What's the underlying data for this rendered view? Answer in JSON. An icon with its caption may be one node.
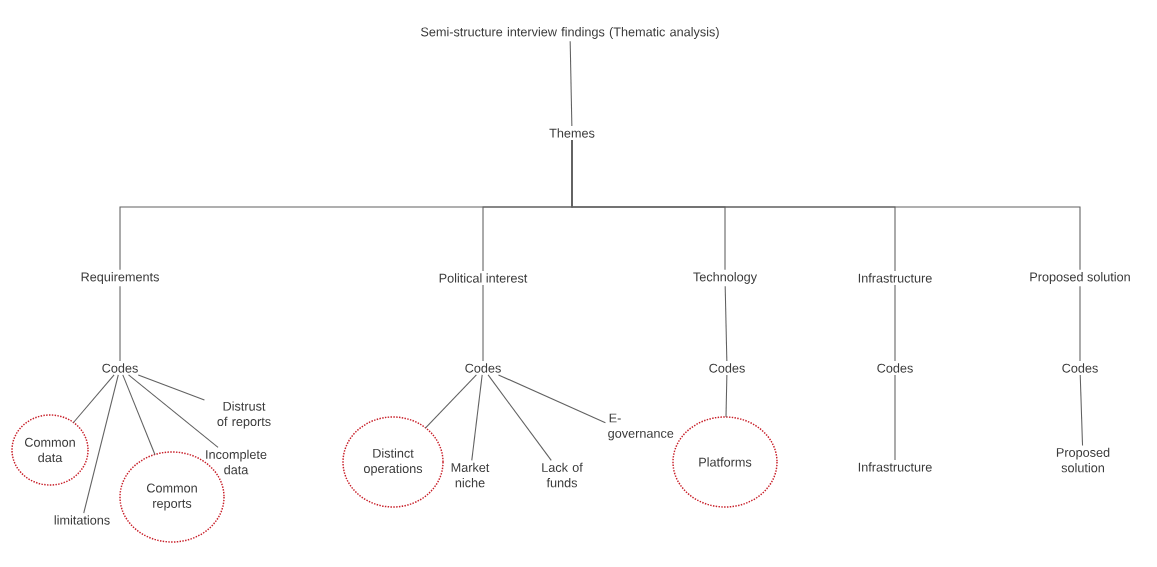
{
  "diagram": {
    "nodes": [
      {
        "text": [
          "Semi-structure interview findings (Thematic analysis)"
        ]
      },
      {
        "text": [
          "Themes"
        ]
      },
      {
        "text": [
          "Requirements"
        ]
      },
      {
        "text": [
          "Political interest"
        ]
      },
      {
        "text": [
          "Technology"
        ]
      },
      {
        "text": [
          "Infrastructure"
        ]
      },
      {
        "text": [
          "Proposed solution"
        ]
      },
      {
        "text": [
          "Codes"
        ]
      },
      {
        "text": [
          "Codes"
        ]
      },
      {
        "text": [
          "Codes"
        ]
      },
      {
        "text": [
          "Codes"
        ]
      },
      {
        "text": [
          "Codes"
        ]
      },
      {
        "text": [
          "Common data"
        ]
      },
      {
        "text": [
          "limitations"
        ]
      },
      {
        "text": [
          "Common reports"
        ]
      },
      {
        "text": [
          "Incomplete data"
        ]
      },
      {
        "text": [
          "Distrust of reports"
        ]
      },
      {
        "text": [
          "Distinct operations"
        ]
      },
      {
        "text": [
          "Market niche"
        ]
      },
      {
        "text": [
          "Lack of funds"
        ]
      },
      {
        "text": [
          "E-governance"
        ]
      },
      {
        "text": [
          "Platforms"
        ]
      },
      {
        "text": [
          "Infrastructure"
        ]
      },
      {
        "text": [
          "Proposed solution"
        ]
      }
    ],
    "edges": [
      {
        "from": 0,
        "to": 1,
        "arrow": "none"
      },
      {
        "from": 1,
        "to": 2,
        "arrow": "none"
      },
      {
        "from": 1,
        "to": 3,
        "arrow": "none"
      },
      {
        "from": 1,
        "to": 4,
        "arrow": "none"
      },
      {
        "from": 1,
        "to": 5,
        "arrow": "none"
      },
      {
        "from": 1,
        "to": 6,
        "arrow": "none"
      },
      {
        "from": 2,
        "to": 7,
        "arrow": "none"
      },
      {
        "from": 3,
        "to": 8,
        "arrow": "none"
      },
      {
        "from": 4,
        "to": 9,
        "arrow": "none"
      },
      {
        "from": 5,
        "to": 10,
        "arrow": "none"
      },
      {
        "from": 6,
        "to": 11,
        "arrow": "none"
      },
      {
        "from": 7,
        "to": 12,
        "arrow": "none"
      },
      {
        "from": 7,
        "to": 13,
        "arrow": "none"
      },
      {
        "from": 7,
        "to": 14,
        "arrow": "none"
      },
      {
        "from": 7,
        "to": 15,
        "arrow": "none"
      },
      {
        "from": 7,
        "to": 16,
        "arrow": "none"
      },
      {
        "from": 8,
        "to": 17,
        "arrow": "none"
      },
      {
        "from": 8,
        "to": 18,
        "arrow": "none"
      },
      {
        "from": 8,
        "to": 19,
        "arrow": "none"
      },
      {
        "from": 8,
        "to": 20,
        "arrow": "none"
      },
      {
        "from": 9,
        "to": 21,
        "arrow": "none"
      },
      {
        "from": 10,
        "to": 22,
        "arrow": "none"
      },
      {
        "from": 11,
        "to": 23,
        "arrow": "none"
      }
    ]
  }
}
